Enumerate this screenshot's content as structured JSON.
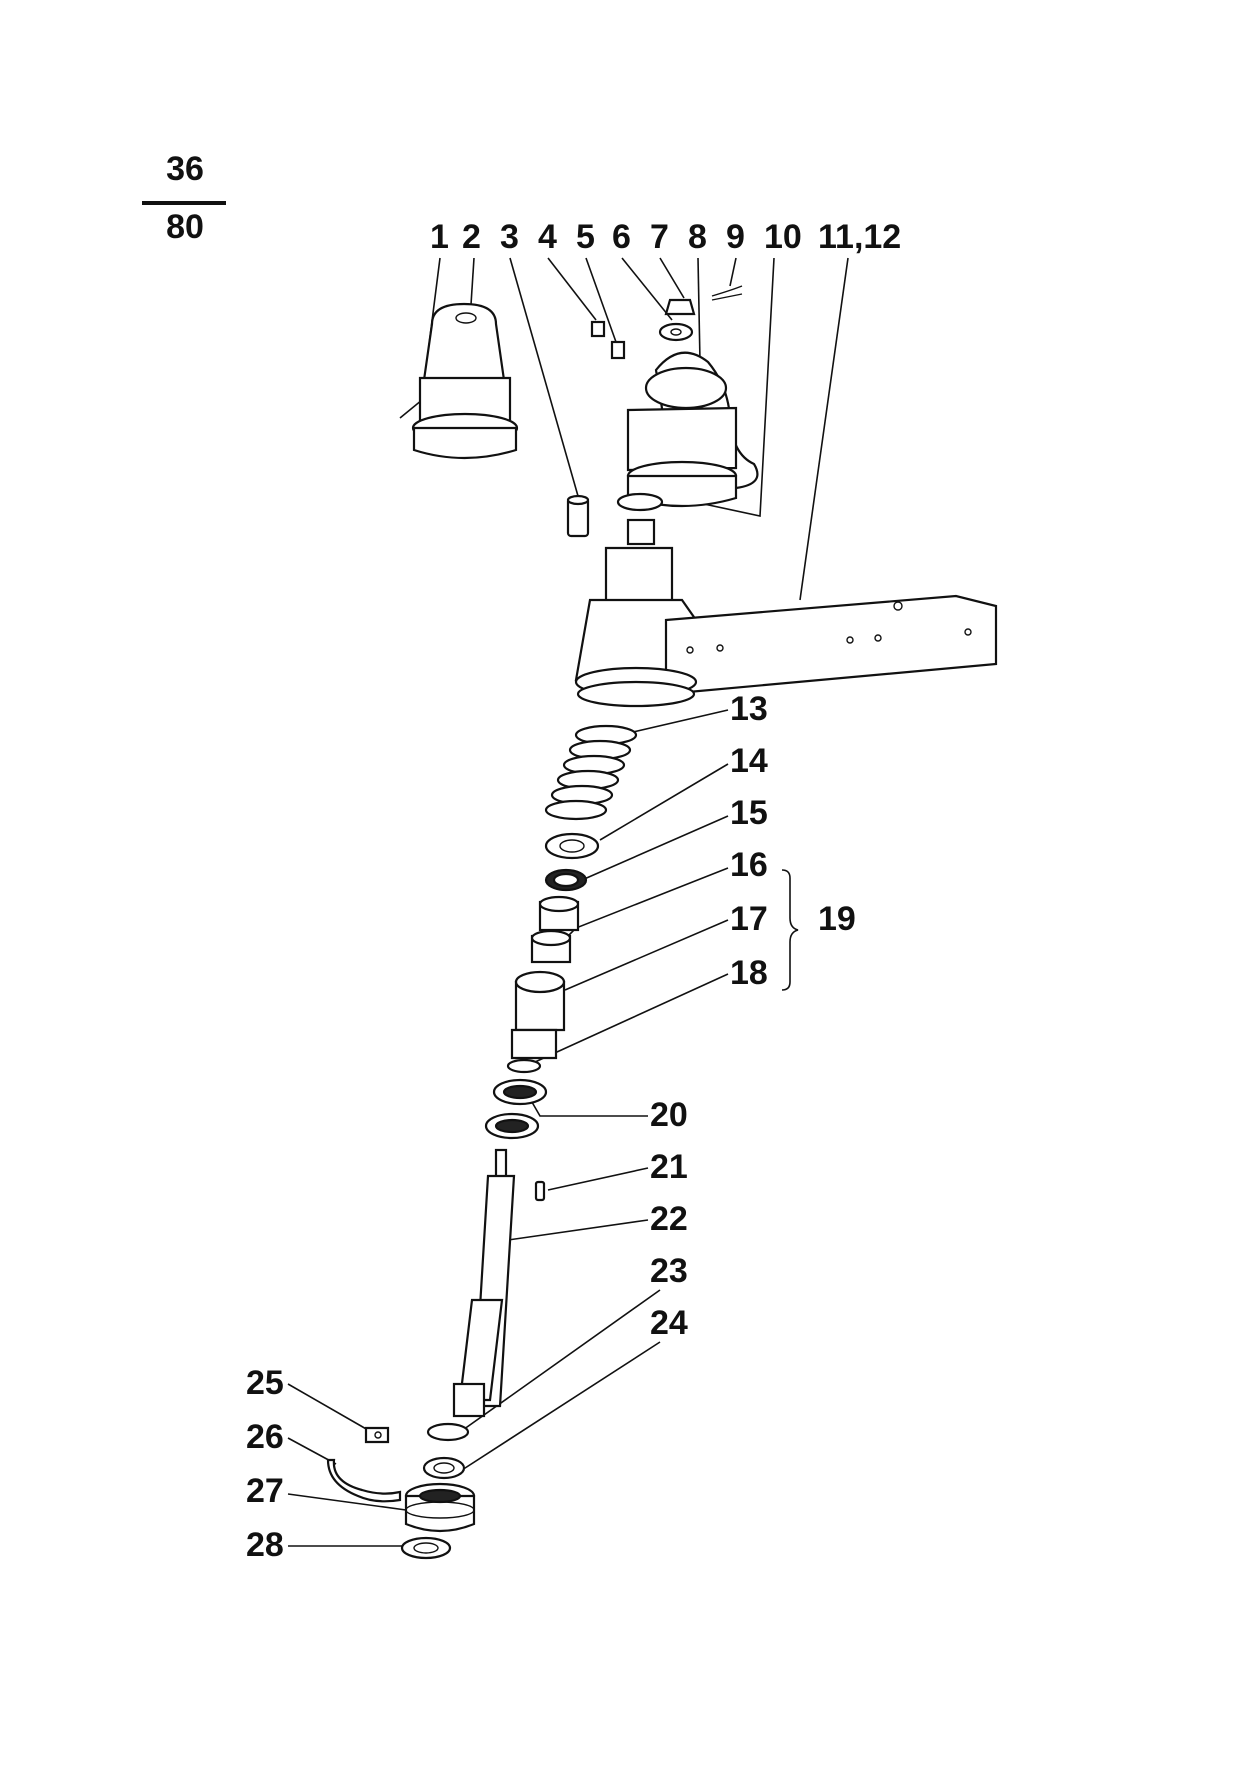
{
  "page_number": {
    "top": "36",
    "bottom": "80"
  },
  "callouts_top": [
    "1",
    "2",
    "3",
    "4",
    "5",
    "6",
    "7",
    "8",
    "9",
    "10",
    "11,12"
  ],
  "callouts_right": [
    "13",
    "14",
    "15",
    "16",
    "17",
    "18",
    "19",
    "20",
    "21",
    "22",
    "23",
    "24"
  ],
  "callouts_left": [
    "25",
    "26",
    "27",
    "28"
  ],
  "colors": {
    "ink": "#111111",
    "paper": "#ffffff"
  }
}
